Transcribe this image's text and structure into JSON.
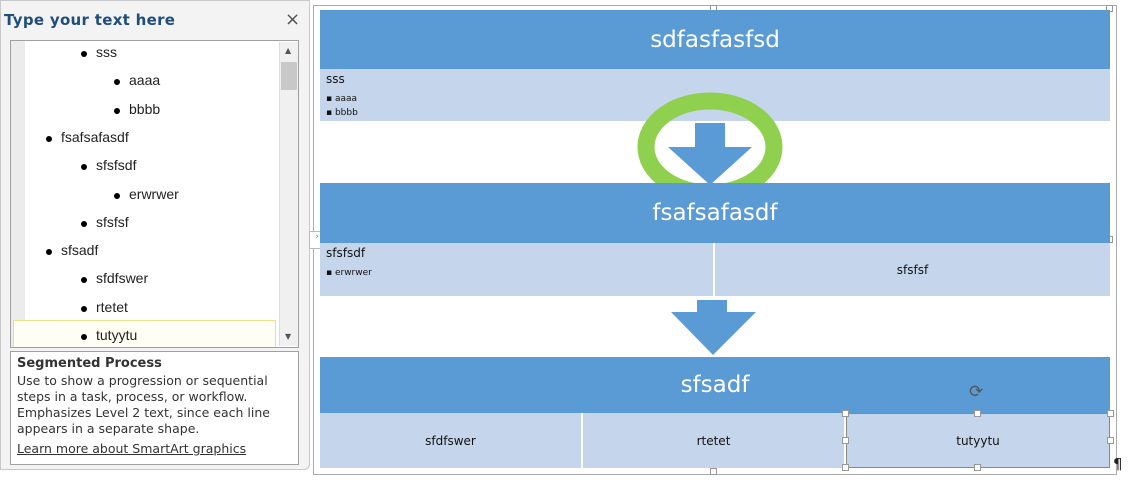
{
  "pane": {
    "title": "Type your text here",
    "close": "×",
    "items": [
      {
        "text": "sss",
        "level": 2
      },
      {
        "text": "aaaa",
        "level": 3
      },
      {
        "text": "bbbb",
        "level": 3
      },
      {
        "text": "fsafsafasdf",
        "level": 1
      },
      {
        "text": "sfsfsdf",
        "level": 2
      },
      {
        "text": "erwrwer",
        "level": 3
      },
      {
        "text": "sfsfsf",
        "level": 2
      },
      {
        "text": "sfsadf",
        "level": 1
      },
      {
        "text": "sfdfswer",
        "level": 2
      },
      {
        "text": "rtetet",
        "level": 2
      },
      {
        "text": "tutyytu",
        "level": 2
      }
    ],
    "desc_title": "Segmented Process",
    "desc_text": "Use to show a progression or sequential steps in a task, process, or workflow. Emphasizes Level 2 text, since each line appears in a separate shape.",
    "learn_more": "Learn more about SmartArt graphics"
  },
  "diagram": {
    "s1": {
      "title": "sdfasfasfsd",
      "sub": "sss",
      "bullets": [
        "▪ aaaa",
        "▪ bbbb"
      ]
    },
    "s2": {
      "title": "fsafsafasdf",
      "sub": "sfsfsdf",
      "bullet": "▪ erwrwer",
      "sub2": "sfsfsf"
    },
    "s3": {
      "title": "sfsadf",
      "cells": [
        "sfdfswer",
        "rtetet",
        "tutyytu"
      ]
    },
    "pilcrow": "¶",
    "colors": {
      "header": "#5b9bd5",
      "light": "#c5d6ec",
      "highlight": "#8fd14f"
    }
  }
}
